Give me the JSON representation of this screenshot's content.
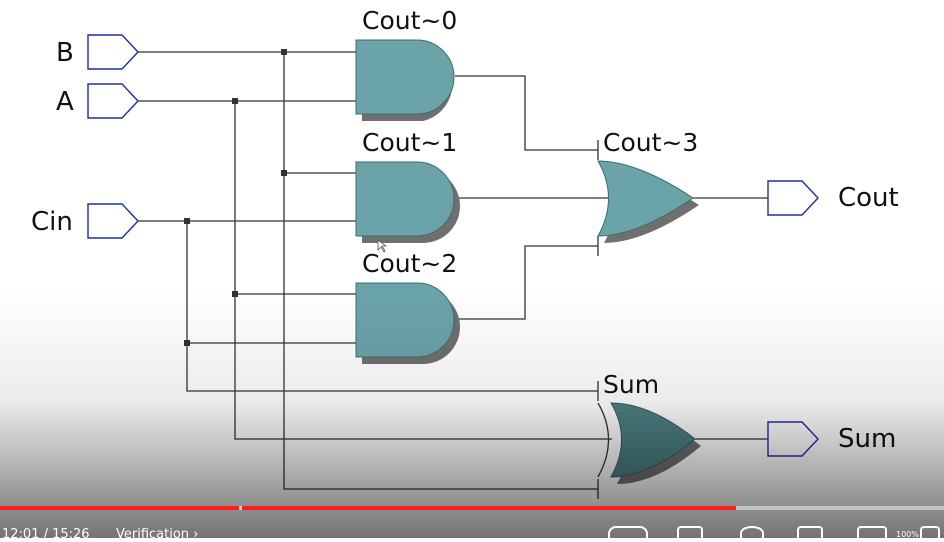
{
  "inputs": {
    "b": "B",
    "a": "A",
    "cin": "Cin"
  },
  "outputs": {
    "cout": "Cout",
    "sum": "Sum"
  },
  "gates": {
    "cout0": "Cout~0",
    "cout1": "Cout~1",
    "cout2": "Cout~2",
    "cout3": "Cout~3",
    "sum": "Sum"
  },
  "player": {
    "time": "12:01 / 15:26",
    "chapter": "Verification",
    "chapter_arrow": "›",
    "zoom": "100%",
    "progress_fraction": 0.78,
    "colors": {
      "played": "#ff1e1e"
    }
  },
  "colors": {
    "gate_fill": "#6aa3a8",
    "xor_fill": "#4d7f82",
    "port_stroke": "#1f2fa8",
    "wire": "#333333"
  }
}
